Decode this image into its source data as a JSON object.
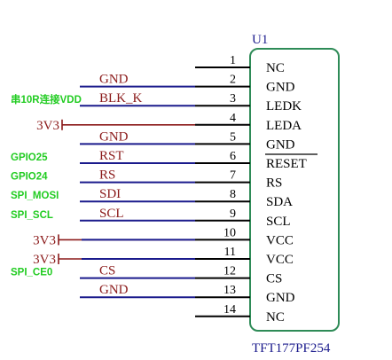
{
  "component": {
    "ref": "U1",
    "part": "TFT177PF254"
  },
  "pins": [
    {
      "num": "1",
      "name": "NC",
      "net": "",
      "note": ""
    },
    {
      "num": "2",
      "name": "GND",
      "net": "GND",
      "note": ""
    },
    {
      "num": "3",
      "name": "LEDK",
      "net": "BLK_K",
      "note": "串10R连接VDD"
    },
    {
      "num": "4",
      "name": "LEDA",
      "net": "3V3",
      "note": ""
    },
    {
      "num": "5",
      "name": "GND",
      "net": "GND",
      "note": ""
    },
    {
      "num": "6",
      "name": "RESET",
      "net": "RST",
      "note": "GPIO25"
    },
    {
      "num": "7",
      "name": "RS",
      "net": "RS",
      "note": "GPIO24"
    },
    {
      "num": "8",
      "name": "SDA",
      "net": "SDI",
      "note": "SPI_MOSI"
    },
    {
      "num": "9",
      "name": "SCL",
      "net": "SCL",
      "note": "SPI_SCL"
    },
    {
      "num": "10",
      "name": "VCC",
      "net": "3V3",
      "note": ""
    },
    {
      "num": "11",
      "name": "VCC",
      "net": "3V3",
      "note": ""
    },
    {
      "num": "12",
      "name": "CS",
      "net": "CS",
      "note": "SPI_CE0"
    },
    {
      "num": "13",
      "name": "GND",
      "net": "GND",
      "note": ""
    },
    {
      "num": "14",
      "name": "NC",
      "net": "",
      "note": ""
    }
  ],
  "colors": {
    "pin_line": "#000000",
    "wire": "#1a1a8c",
    "net_label": "#8b1a1a",
    "note": "#22cc22",
    "body": "#2e8b57",
    "pin_name": "#000000",
    "ref": "#1a1a8c",
    "power": "#8b1a1a"
  }
}
